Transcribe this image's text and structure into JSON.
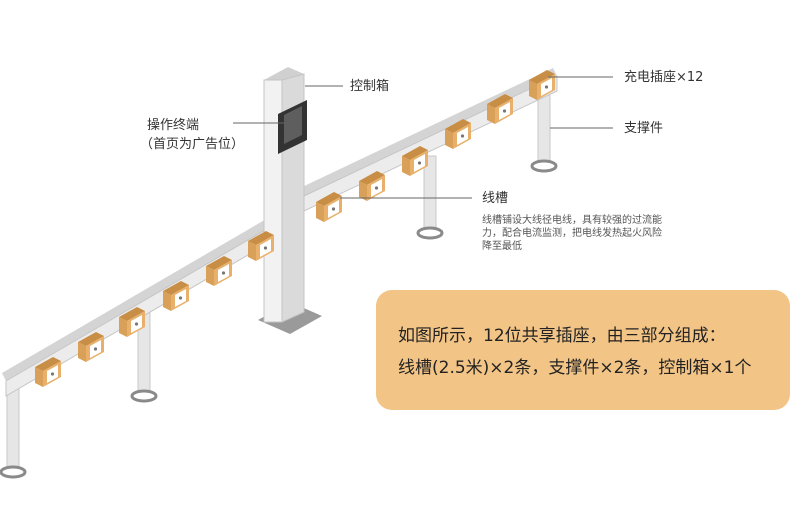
{
  "labels": {
    "control_box": "控制箱",
    "terminal": "操作终端",
    "terminal_note": "（首页为广告位）",
    "sockets": "充电插座×12",
    "support": "支撑件",
    "trunking": "线槽",
    "trunking_note": "线槽铺设大线径电线，具有较强的过流能力，配合电流监测，把电线发热起火风险降至最低"
  },
  "summary": {
    "line1": "如图所示，12位共享插座，由三部分组成：",
    "line2": "线槽(2.5米)×2条，支撑件×2条，控制箱×1个"
  },
  "colors": {
    "accent": "#f2c486",
    "socket": "#e8b06a",
    "rail": "#e6e6e6",
    "pole": "#e3e3e3",
    "leader": "#666666"
  }
}
